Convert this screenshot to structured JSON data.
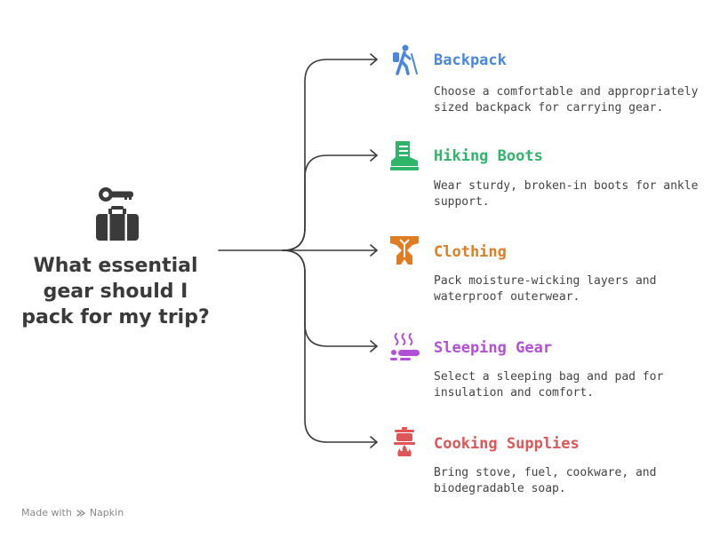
{
  "root": {
    "question": "What essential gear should I pack for my trip?",
    "icon": "luggage-key-icon"
  },
  "items": [
    {
      "title": "Backpack",
      "description": "Choose a comfortable and appropriately sized backpack for carrying gear.",
      "color": "#4a86e0",
      "icon": "hiker-icon"
    },
    {
      "title": "Hiking Boots",
      "description": "Wear sturdy, broken-in boots for ankle support.",
      "color": "#2fb56a",
      "icon": "boot-icon"
    },
    {
      "title": "Clothing",
      "description": "Pack moisture-wicking layers and waterproof outerwear.",
      "color": "#e07d22",
      "icon": "jacket-icon"
    },
    {
      "title": "Sleeping Gear",
      "description": "Select a sleeping bag and pad for insulation and comfort.",
      "color": "#b24fd8",
      "icon": "sleeping-icon"
    },
    {
      "title": "Cooking Supplies",
      "description": "Bring stove, fuel, cookware, and biodegradable soap.",
      "color": "#e05656",
      "icon": "stove-icon"
    }
  ],
  "footer": {
    "text": "Made with",
    "brand": "Napkin"
  },
  "connector_color": "#3a3a3a"
}
